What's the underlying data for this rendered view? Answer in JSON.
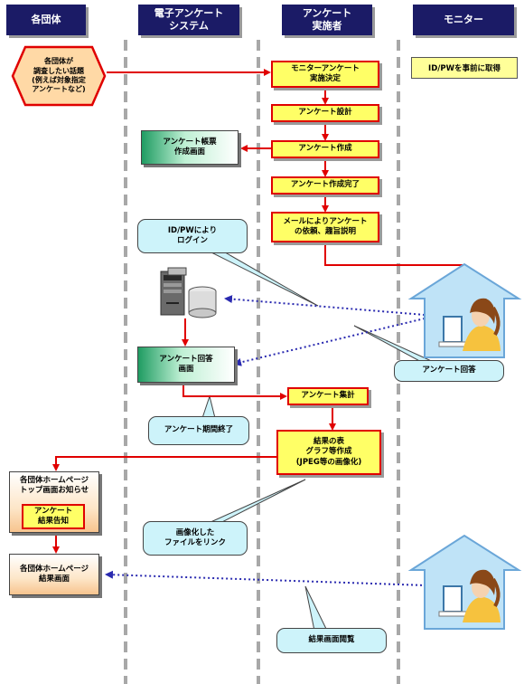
{
  "headers": {
    "col1": "各団体",
    "col2": "電子アンケート\nシステム",
    "col3": "アンケート\n実施者",
    "col4": "モニター"
  },
  "hexagon": "各団体が\n調査したい話題\n(例えば対象指定\nアンケートなど)",
  "idpw_note": "ID/PWを事前に取得",
  "flow": {
    "step1": "モニターアンケート\n実施決定",
    "step2": "アンケート設計",
    "step3": "アンケート作成",
    "step4": "アンケート作成完了",
    "step5": "メールによりアンケート\nの依頼、趣旨説明",
    "step6": "アンケート集計",
    "step7": "結果の表\nグラフ等作成\n(JPEG等の画像化)"
  },
  "system": {
    "form_screen": "アンケート帳票\n作成画面",
    "answer_screen": "アンケート回答\n画面"
  },
  "callouts": {
    "login": "ID/PWにより\nログイン",
    "answer": "アンケート回答",
    "period_end": "アンケート期間終了",
    "link_image": "画像化した\nファイルをリンク",
    "view_results": "結果画面閲覧"
  },
  "org": {
    "top_page": "各団体ホームページ\nトップ画面お知らせ",
    "result_notice": "アンケート\n結果告知",
    "result_page": "各団体ホームページ\n結果画面"
  },
  "colors": {
    "header_bg": "#1b1b66",
    "box_fill": "#ffff66",
    "box_border": "#e00000",
    "arrow_red": "#e00000",
    "arrow_blue": "#2a2ab0",
    "callout_fill": "#cdf3fa",
    "house_fill": "#bfe3f7"
  }
}
